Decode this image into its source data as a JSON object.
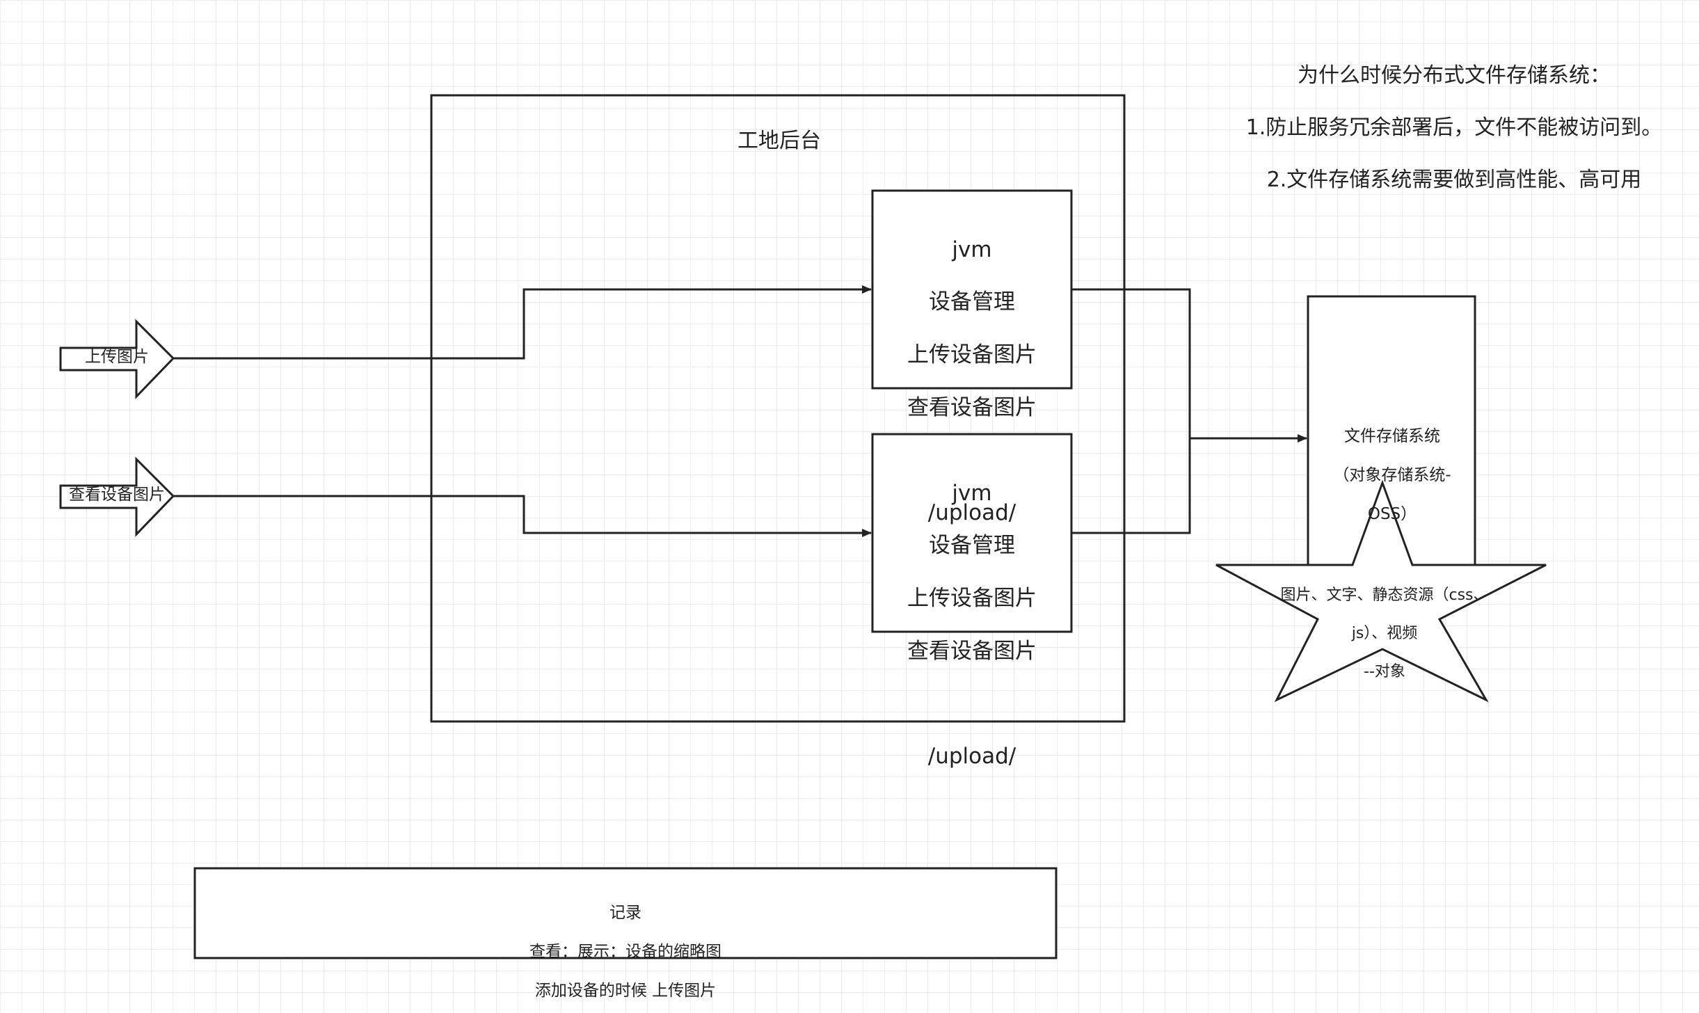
{
  "note": {
    "lines": [
      "为什么时候分布式文件存储系统：",
      "1.防止服务冗余部署后，文件不能被访问到。",
      "2.文件存储系统需要做到高性能、高可用"
    ]
  },
  "backend": {
    "title": "工地后台"
  },
  "jvm_upper": {
    "lines": [
      "jvm",
      "设备管理",
      "上传设备图片",
      "查看设备图片"
    ],
    "path": "/upload/"
  },
  "jvm_lower": {
    "lines": [
      "jvm",
      "设备管理",
      "上传设备图片",
      "查看设备图片"
    ],
    "path": "/upload/"
  },
  "inputs": {
    "upload": "上传图片",
    "view": "查看设备图片"
  },
  "file_storage": {
    "lines": [
      "文件存储系统",
      "（对象存储系统-",
      "OSS）"
    ]
  },
  "star": {
    "lines": [
      "图片、文字、静态资源（css、",
      "js）、视频",
      "--对象"
    ]
  },
  "record": {
    "lines": [
      "记录",
      "查看：展示：设备的缩略图",
      "添加设备的时候  上传图片"
    ]
  },
  "colors": {
    "stroke": "#222222",
    "grid": "#ececec",
    "background": "#ffffff"
  }
}
